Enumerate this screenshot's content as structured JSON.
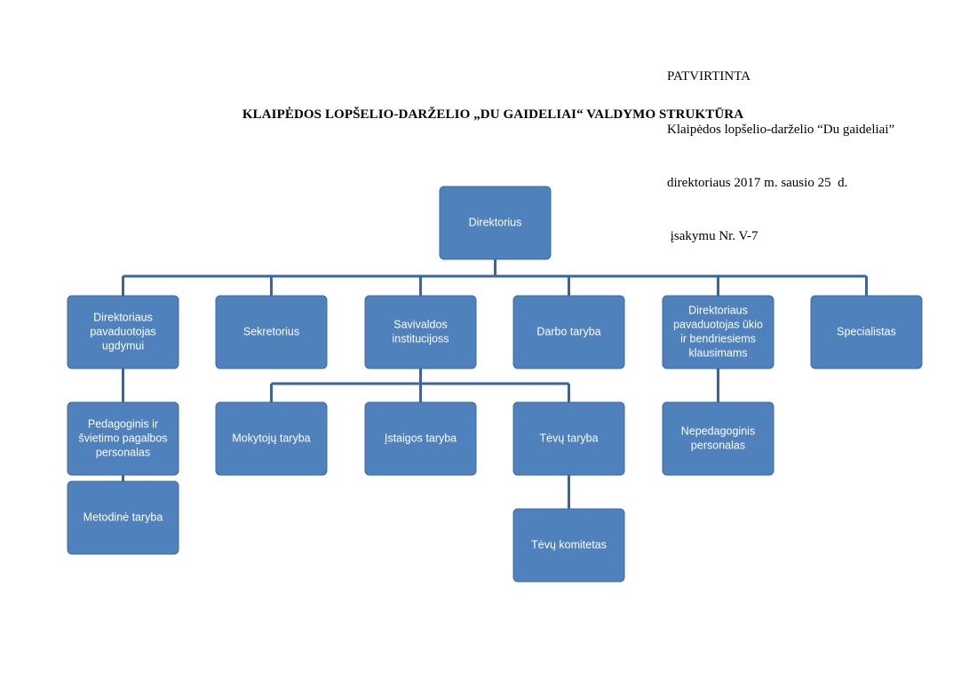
{
  "header": {
    "approval_lines": [
      "PATVIRTINTA",
      "Klaipėdos lopšelio-darželio “Du gaideliai”",
      "direktoriaus 2017 m. sausio 25  d.",
      " įsakymu Nr. V-7"
    ],
    "title": "KLAIPĖDOS LOPŠELIO-DARŽELIO „DU GAIDELIAI“ VALDYMO STRUKTŪRA"
  },
  "colors": {
    "box_fill": "#4f81bd",
    "box_stroke": "#3d6a9f",
    "connector": "#3b64a0",
    "box_text": "#ffffff"
  },
  "org_chart": {
    "nodes": [
      {
        "id": "direktorius",
        "lines": [
          "Direktorius"
        ]
      },
      {
        "id": "pavaduotojas-ugdymui",
        "lines": [
          "Direktoriaus",
          "pavaduotojas",
          "ugdymui"
        ]
      },
      {
        "id": "sekretorius",
        "lines": [
          "Sekretorius"
        ]
      },
      {
        "id": "savivaldos-institucijos",
        "lines": [
          "Savivaldos",
          "institucijoss"
        ]
      },
      {
        "id": "darbo-taryba",
        "lines": [
          "Darbo taryba"
        ]
      },
      {
        "id": "pavaduotojas-ukio",
        "lines": [
          "Direktoriaus",
          "pavaduotojas ūkio",
          "ir bendriesiems",
          "klausimams"
        ]
      },
      {
        "id": "specialistas",
        "lines": [
          "Specialistas"
        ]
      },
      {
        "id": "pedagoginis-personalas",
        "lines": [
          "Pedagoginis ir",
          "švietimo pagalbos",
          "personalas"
        ]
      },
      {
        "id": "metodine-taryba",
        "lines": [
          "Metodinė taryba"
        ]
      },
      {
        "id": "mokytoju-taryba",
        "lines": [
          "Mokytojų taryba"
        ]
      },
      {
        "id": "istaigos-taryba",
        "lines": [
          "Įstaigos taryba"
        ]
      },
      {
        "id": "tevu-taryba",
        "lines": [
          "Tėvų  taryba"
        ]
      },
      {
        "id": "tevu-komitetas",
        "lines": [
          "Tėvų komitetas"
        ]
      },
      {
        "id": "nepedagoginis-personalas",
        "lines": [
          "Nepedagoginis",
          "personalas"
        ]
      }
    ],
    "edges": [
      [
        "direktorius",
        "pavaduotojas-ugdymui"
      ],
      [
        "direktorius",
        "sekretorius"
      ],
      [
        "direktorius",
        "savivaldos-institucijos"
      ],
      [
        "direktorius",
        "darbo-taryba"
      ],
      [
        "direktorius",
        "pavaduotojas-ukio"
      ],
      [
        "direktorius",
        "specialistas"
      ],
      [
        "pavaduotojas-ugdymui",
        "pedagoginis-personalas"
      ],
      [
        "pedagoginis-personalas",
        "metodine-taryba"
      ],
      [
        "savivaldos-institucijos",
        "mokytoju-taryba"
      ],
      [
        "savivaldos-institucijos",
        "istaigos-taryba"
      ],
      [
        "savivaldos-institucijos",
        "tevu-taryba"
      ],
      [
        "tevu-taryba",
        "tevu-komitetas"
      ],
      [
        "pavaduotojas-ukio",
        "nepedagoginis-personalas"
      ]
    ]
  }
}
